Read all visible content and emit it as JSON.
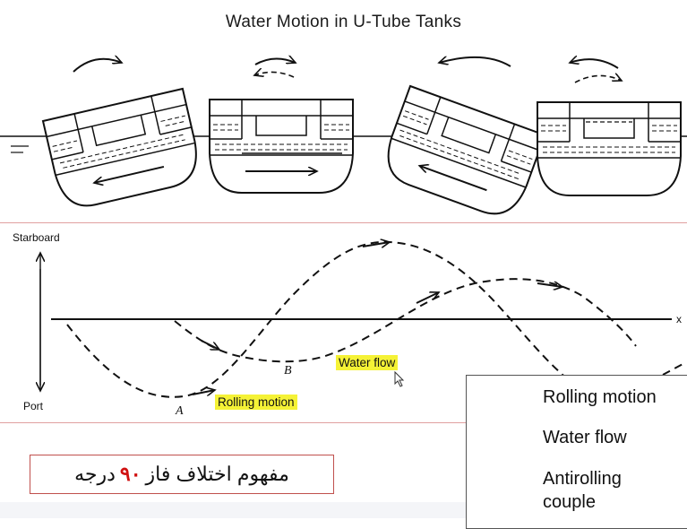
{
  "title": "Water Motion in U-Tube Tanks",
  "axis": {
    "top": "Starboard",
    "bottom": "Port",
    "x_end": "x"
  },
  "points": {
    "a": "A",
    "b": "B"
  },
  "tags": {
    "water_flow": "Water flow",
    "rolling_motion": "Rolling motion"
  },
  "legend": {
    "rolling_motion": "Rolling motion",
    "water_flow": "Water flow",
    "antirolling_1": "Antirolling",
    "antirolling_2": "couple"
  },
  "caption": {
    "before": "مفهوم اختلاف فاز",
    "number": "۹۰",
    "after": "درجه"
  },
  "colors": {
    "highlight": "#f5f236",
    "frame_red": "#c0504d",
    "number_red": "#d01010"
  }
}
